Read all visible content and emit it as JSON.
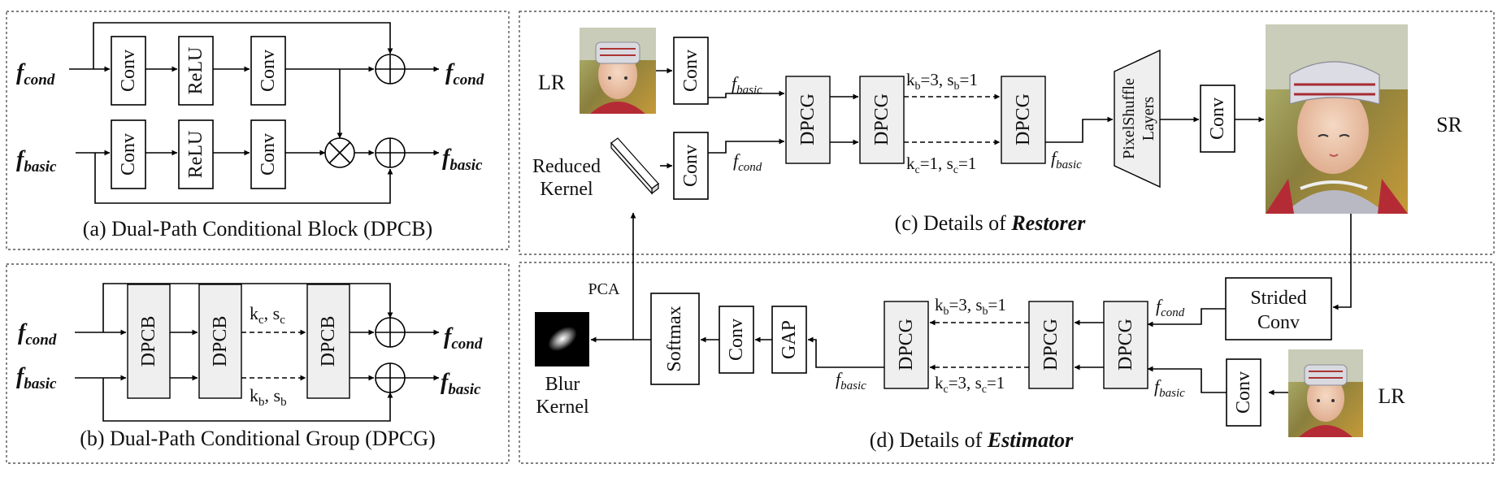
{
  "panels": {
    "a": "(a) Dual-Path Conditional Block (DPCB)",
    "b": "(b) Dual-Path Conditional Group (DPCG)",
    "c_prefix": "(c) Details of ",
    "c_name": "Restorer",
    "d_prefix": "(d) Details of ",
    "d_name": "Estimator"
  },
  "symbols": {
    "f": "f",
    "cond": "cond",
    "basic": "basic"
  },
  "blocks": {
    "conv": "Conv",
    "relu": "ReLU",
    "dpcb": "DPCB",
    "dpcg": "DPCG",
    "pixelshuffle_line1": "PixelShuffle",
    "pixelshuffle_line2": "Layers",
    "softmax": "Softmax",
    "gap": "GAP",
    "strided_line1": "Strided",
    "strided_line2": "Conv"
  },
  "labels": {
    "lr": "LR",
    "sr": "SR",
    "pca": "PCA",
    "reduced_kernel_line1": "Reduced",
    "reduced_kernel_line2": "Kernel",
    "blur_kernel_line1": "Blur",
    "blur_kernel_line2": "Kernel"
  },
  "params": {
    "b_top": {
      "k": "k",
      "ksub": "c",
      "s": "s",
      "ssub": "c"
    },
    "b_bottom": {
      "k": "k",
      "ksub": "b",
      "s": "s",
      "ssub": "b"
    },
    "c_top": {
      "k": "k",
      "ksub": "b",
      "kval": "=3, ",
      "s": "s",
      "ssub": "b",
      "sval": "=1"
    },
    "c_bottom": {
      "k": "k",
      "ksub": "c",
      "kval": "=1, ",
      "s": "s",
      "ssub": "c",
      "sval": "=1"
    },
    "d_top": {
      "k": "k",
      "ksub": "b",
      "kval": "=3, ",
      "s": "s",
      "ssub": "b",
      "sval": "=1"
    },
    "d_bottom": {
      "k": "k",
      "ksub": "c",
      "kval": "=3, ",
      "s": "s",
      "ssub": "c",
      "sval": "=1"
    }
  },
  "colors": {
    "block_fill": "#efefef",
    "stroke": "#000000",
    "panel_border": "#555555"
  },
  "icons": {
    "add": "circle-plus-icon",
    "multiply": "circle-times-icon",
    "lr_image": "portrait-thumbnail",
    "sr_image": "portrait-large",
    "reduced_kernel": "cuboid-icon",
    "blur_kernel": "gaussian-blob-image"
  }
}
